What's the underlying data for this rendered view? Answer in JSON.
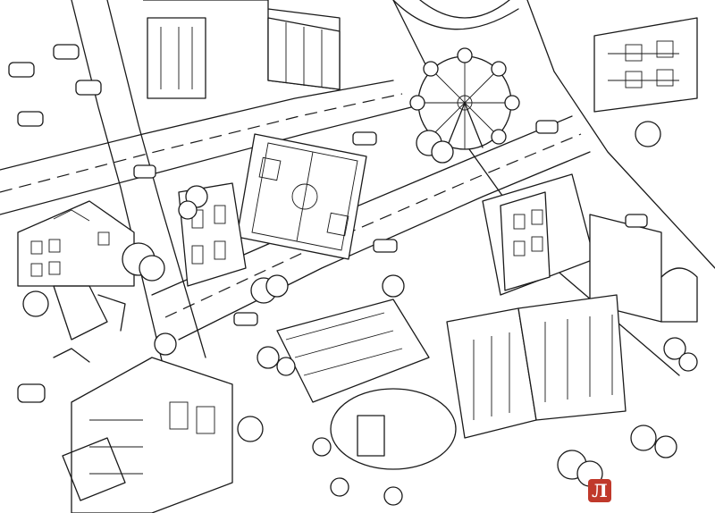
{
  "image": {
    "kind": "coloring-page",
    "subject": "city map",
    "colors": {
      "ink": "#1a1a1a",
      "paper": "#ffffff",
      "watermark": "#c0392b"
    }
  },
  "watermark": {
    "glyph": "Л",
    "icon": "publisher-logo-icon"
  }
}
